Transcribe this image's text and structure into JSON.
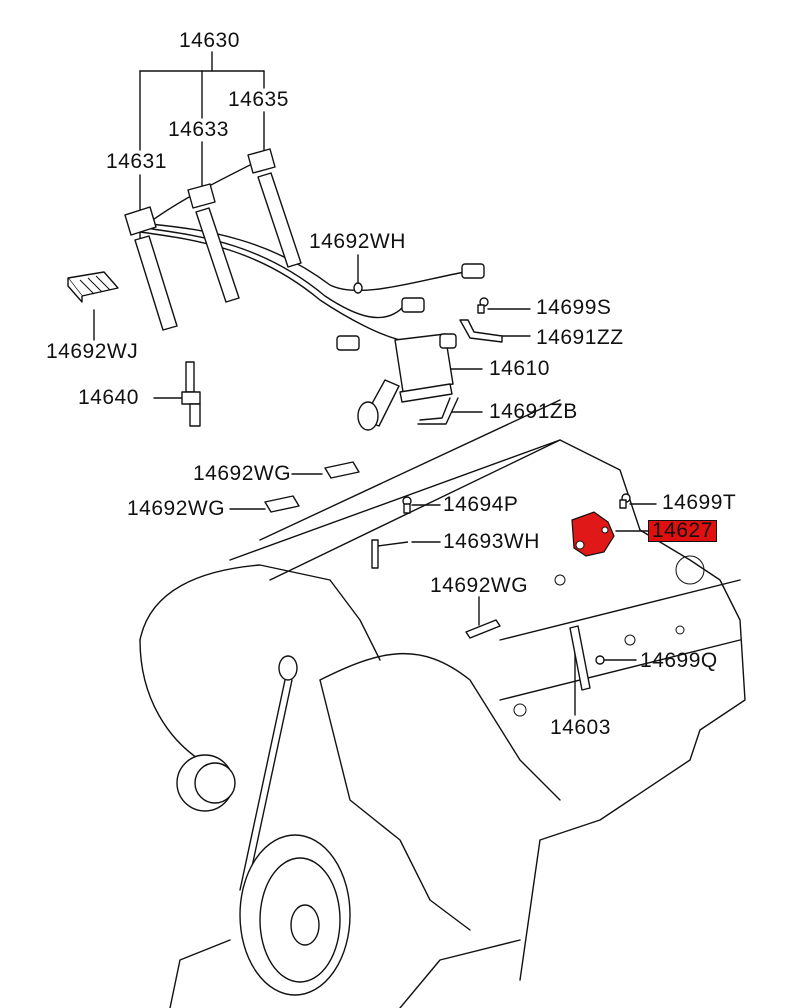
{
  "diagram": {
    "title": "Ignition system parts diagram (V6 engine)",
    "highlight_color": "#e01010",
    "highlighted_part": "14627",
    "labels": {
      "p14630": "14630",
      "p14635": "14635",
      "p14633": "14633",
      "p14631": "14631",
      "p14692WH": "14692WH",
      "p14692WJ": "14692WJ",
      "p14699S": "14699S",
      "p14691ZZ": "14691ZZ",
      "p14610": "14610",
      "p14640": "14640",
      "p14691ZB": "14691ZB",
      "p14692WG_a": "14692WG",
      "p14692WG_b": "14692WG",
      "p14694P": "14694P",
      "p14699T": "14699T",
      "p14627": "14627",
      "p14693WH": "14693WH",
      "p14692WG_c": "14692WG",
      "p14699Q": "14699Q",
      "p14603": "14603"
    }
  }
}
